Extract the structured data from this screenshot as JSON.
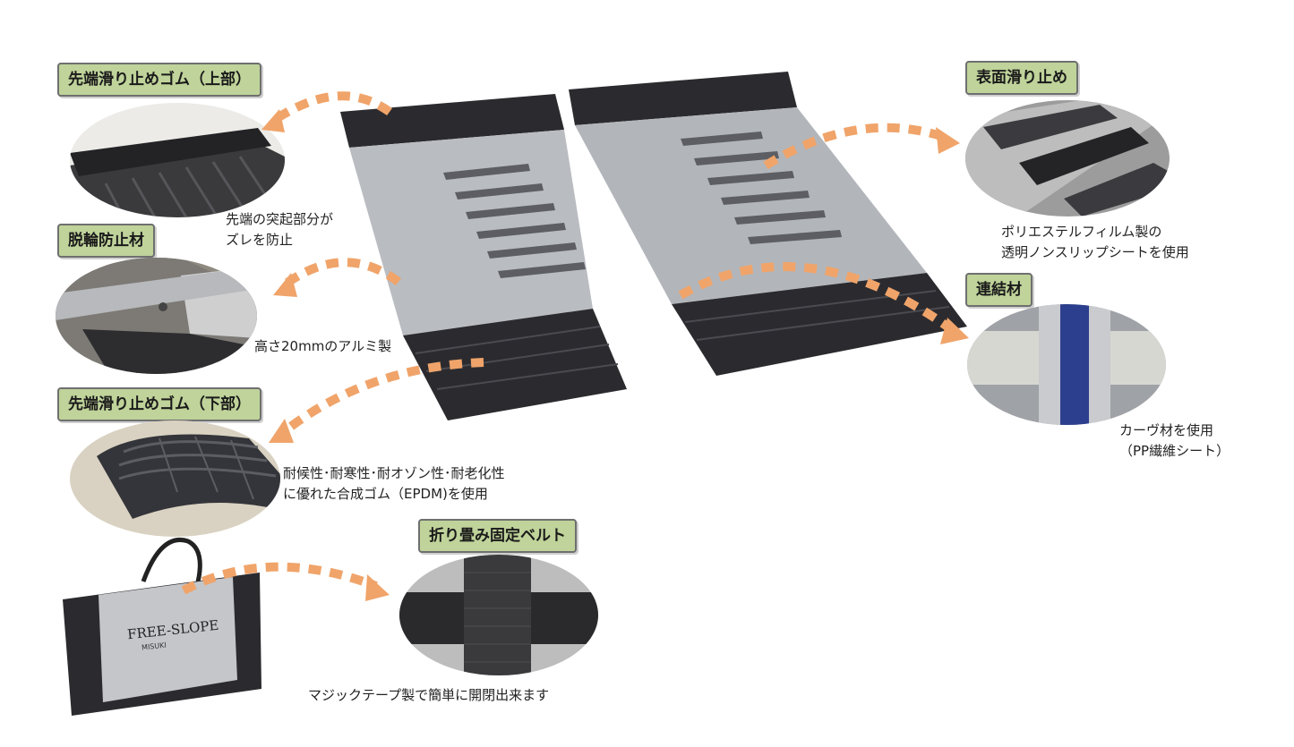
{
  "labels": {
    "top_rubber": "先端滑り止めゴム（上部）",
    "wheel_stop": "脱輪防止材",
    "bottom_rubber": "先端滑り止めゴム（下部）",
    "surface": "表面滑り止め",
    "connector": "連結材",
    "belt": "折り畳み固定ベルト"
  },
  "captions": {
    "top_rubber": [
      "先端の突起部分が",
      "ズレを防止"
    ],
    "wheel_stop": [
      "高さ20mmのアルミ製"
    ],
    "bottom_rubber": [
      "耐候性･耐寒性･耐オゾン性･耐老化性",
      "に優れた合成ゴム（EPDM)を使用"
    ],
    "surface": [
      "ポリエステルフィルム製の",
      "透明ノンスリップシートを使用"
    ],
    "connector": [
      "カーヴ材を使用",
      "（PP繊維シート）"
    ],
    "belt": [
      "マジックテープ製で簡単に開閉出来ます"
    ]
  },
  "product": {
    "brand": "FREE-SLOPE",
    "maker": "MISUKI"
  },
  "colors": {
    "label_bg": "#bfd39a",
    "arrow": "#f0a46a",
    "rubber": "#2b2b2f",
    "aluminum": "#b9bcc1",
    "connector_blue": "#2c3f8e"
  }
}
